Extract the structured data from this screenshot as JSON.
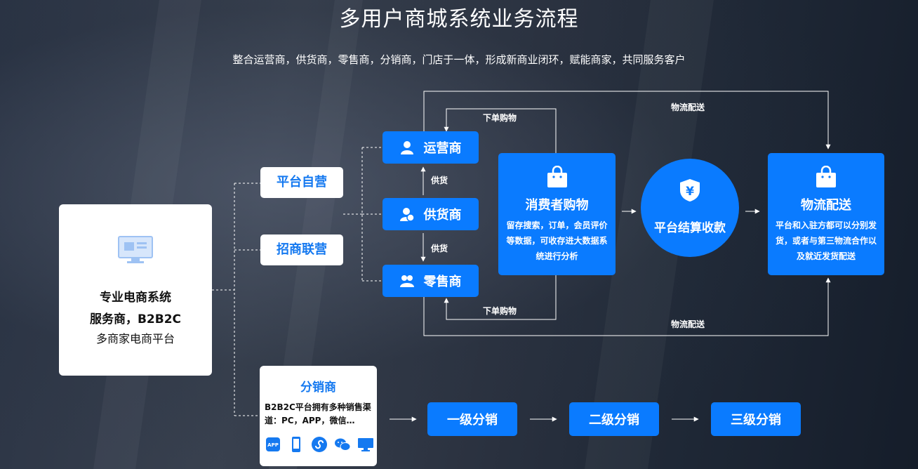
{
  "title": "多用户商城系统业务流程",
  "subtitle": "整合运营商，供货商，零售商，分销商，门店于一体，形成新商业闭环，赋能商家，共同服务客户",
  "main_box": {
    "line1": "专业电商系统",
    "line2": "服务商，B2B2C",
    "line3": "多商家电商平台"
  },
  "tags": {
    "platform_self": "平台自营",
    "merchant_union": "招商联营"
  },
  "roles": {
    "operator": "运营商",
    "supplier": "供货商",
    "retailer": "零售商"
  },
  "labels": {
    "order_top": "下单购物",
    "order_bottom": "下单购物",
    "supply1": "供货",
    "supply2": "供货",
    "logistics_top": "物流配送",
    "logistics_bottom": "物流配送"
  },
  "consumer": {
    "title": "消费者购物",
    "desc": "留存搜索，订单，会员评价等数据，可收存进大数据系统进行分析"
  },
  "settlement": {
    "title": "平台结算收款",
    "symbol": "¥"
  },
  "logistics": {
    "title": "物流配送",
    "desc": "平台和入驻方都可以分别发货，或者与第三物流合作以及就近发货配送"
  },
  "distributor": {
    "title": "分销商",
    "desc": "B2B2C平台拥有多种销售渠道：PC，APP，微信…",
    "channel_icons": [
      "app-icon",
      "phone-icon",
      "mini-program-icon",
      "wechat-icon",
      "pc-monitor-icon"
    ]
  },
  "levels": [
    "一级分销",
    "二级分销",
    "三级分销"
  ],
  "colors": {
    "accent": "#0a7bff",
    "accent_text": "#1579f0",
    "background": "#1c2738"
  }
}
